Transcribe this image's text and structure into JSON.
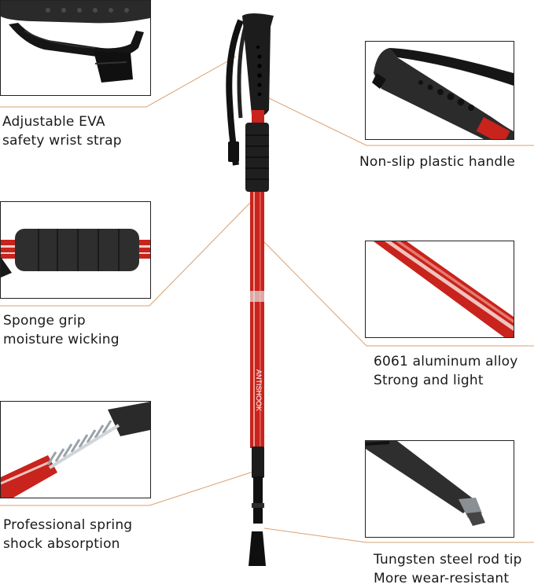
{
  "features": [
    {
      "id": "strap",
      "lines": [
        "Adjustable EVA",
        "safety wrist strap"
      ]
    },
    {
      "id": "handle",
      "lines": [
        "Non-slip plastic handle"
      ]
    },
    {
      "id": "sponge",
      "lines": [
        "Sponge grip",
        "moisture wicking"
      ]
    },
    {
      "id": "alloy",
      "lines": [
        "6061 aluminum alloy",
        "Strong and light"
      ]
    },
    {
      "id": "spring",
      "lines": [
        "Professional spring",
        "shock absorption"
      ]
    },
    {
      "id": "tip",
      "lines": [
        "Tungsten steel rod tip",
        "More wear-resistant"
      ]
    }
  ],
  "pole": {
    "brand_text": "ANTISHOOK",
    "shaft_color": "#c8231c",
    "grip_color": "#1c1c1c"
  },
  "colors": {
    "leader": "#d9a070",
    "frame": "#222222",
    "accent_red": "#c8231c"
  }
}
